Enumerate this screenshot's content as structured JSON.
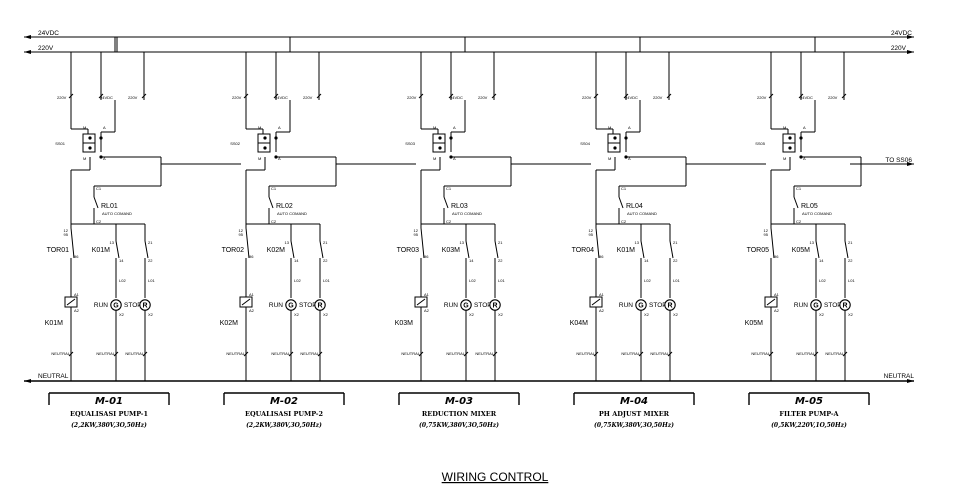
{
  "buses": {
    "dc_label": "24VDC",
    "ac_label": "220V",
    "neutral_label": "NEUTRAL",
    "to_label": "TO SS06"
  },
  "figure_title": "WIRING CONTROL",
  "common": {
    "run": "RUN",
    "stop": "STOP",
    "g_letter": "G",
    "r_letter": "R",
    "auto": "AUTO COMAND",
    "sw_220": "220V",
    "sw_24": "24VDC",
    "m": "M",
    "a": "A",
    "t1": "A1",
    "t2": "A2",
    "n11": "11",
    "n12": "12",
    "n13": "13",
    "n14": "14",
    "n21": "21",
    "n22": "22",
    "n95": "95",
    "n96": "96",
    "x1": "X1",
    "x2": "X2",
    "lo": "L01",
    "lo2": "L02",
    "c1": "C1",
    "c2": "C2",
    "neut": "NEUTRAL"
  },
  "modules": [
    {
      "tor": "TOR01",
      "km": "K01M",
      "km_coil": "K01M",
      "ss": "SS01",
      "rl": "RL01",
      "title": "M-01",
      "name": "EQUALISASI PUMP-1",
      "spec": "(2,2KW,380V,3O,50Hz)"
    },
    {
      "tor": "TOR02",
      "km": "K02M",
      "km_coil": "K02M",
      "ss": "SS02",
      "rl": "RL02",
      "title": "M-02",
      "name": "EQUALISASI PUMP-2",
      "spec": "(2,2KW,380V,3O,50Hz)"
    },
    {
      "tor": "TOR03",
      "km": "K03M",
      "km_coil": "K03M",
      "ss": "SS03",
      "rl": "RL03",
      "title": "M-03",
      "name": "REDUCTION MIXER",
      "spec": "(0,75KW,380V,3O,50Hz)"
    },
    {
      "tor": "TOR04",
      "km": "K01M",
      "km_coil": "K04M",
      "ss": "SS04",
      "rl": "RL04",
      "title": "M-04",
      "name": "PH ADJUST MIXER",
      "spec": "(0,75KW,380V,3O,50Hz)"
    },
    {
      "tor": "TOR05",
      "km": "K05M",
      "km_coil": "K05M",
      "ss": "SS05",
      "rl": "RL05",
      "title": "M-05",
      "name": "FILTER PUMP-A",
      "spec": "(0,5KW,220V,1O,50Hz)"
    }
  ]
}
